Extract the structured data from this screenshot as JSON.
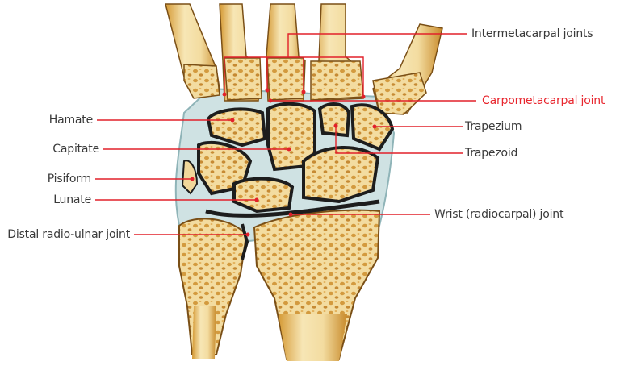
{
  "diagram": {
    "subject": "Wrist joint anatomy (coronal section)",
    "colors": {
      "leader_line": "#e2202a",
      "label_text": "#3a3a3a",
      "highlight_text": "#e8262e",
      "bone_cortex": "#f6e7b8",
      "bone_cancellous": "#d9a24a",
      "bone_dark": "#8a5a1e",
      "cartilage": "#1c1c1c",
      "ligament": "#bcd6d8",
      "background": "#ffffff"
    }
  },
  "labels": {
    "intermetacarpal": "Intermetacarpal joints",
    "carpometacarpal": "Carpometacarpal joint",
    "trapezium": "Trapezium",
    "trapezoid": "Trapezoid",
    "hamate": "Hamate",
    "capitate": "Capitate",
    "pisiform": "Pisiform",
    "lunate": "Lunate",
    "wrist": "Wrist (radiocarpal) joint",
    "distal_radioulnar": "Distal radio-ulnar joint"
  }
}
